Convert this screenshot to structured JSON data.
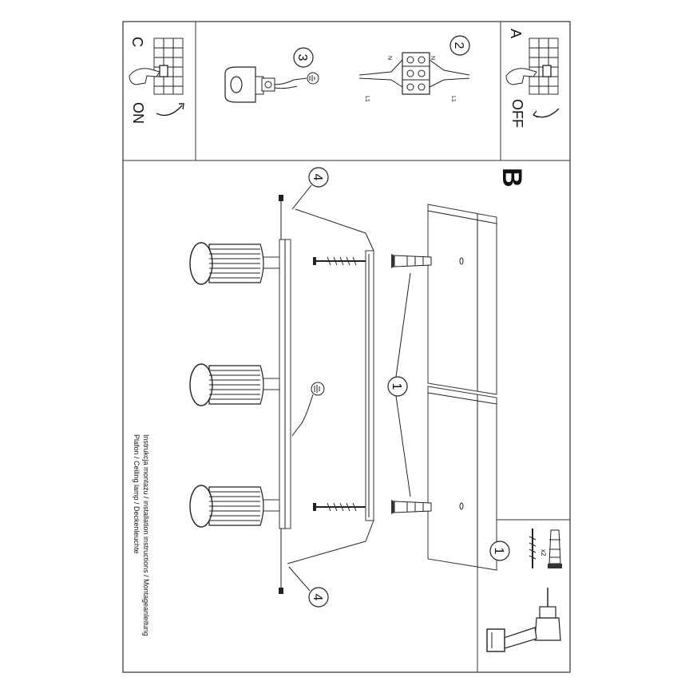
{
  "panel_a": {
    "letter": "A",
    "switch_text": "OFF"
  },
  "panel_b": {
    "letter": "B"
  },
  "panel_c": {
    "letter": "C",
    "switch_text": "ON"
  },
  "steps": {
    "wiring": "2",
    "earth": "3",
    "fixing": "1",
    "screws_top": "4",
    "screws_bottom": "4"
  },
  "wiring_labels": {
    "n_left": "N",
    "n_right": "N",
    "l_left": "L1",
    "l_right": "L1"
  },
  "tools": {
    "step": "1",
    "quantity": "x2"
  },
  "caption": {
    "line1": "Instrukcja montażu / installation instructions / Montageanleitung",
    "line2": "Plafon / Ceiling lamp / Deckenleuchte"
  },
  "icons": [
    "power-switch-icon",
    "hand-icon",
    "rotate-arrow-icon",
    "terminal-block-icon",
    "earth-symbol-icon",
    "drill-icon",
    "wall-plug-icon",
    "screw-icon",
    "lamp-shade-icon"
  ]
}
